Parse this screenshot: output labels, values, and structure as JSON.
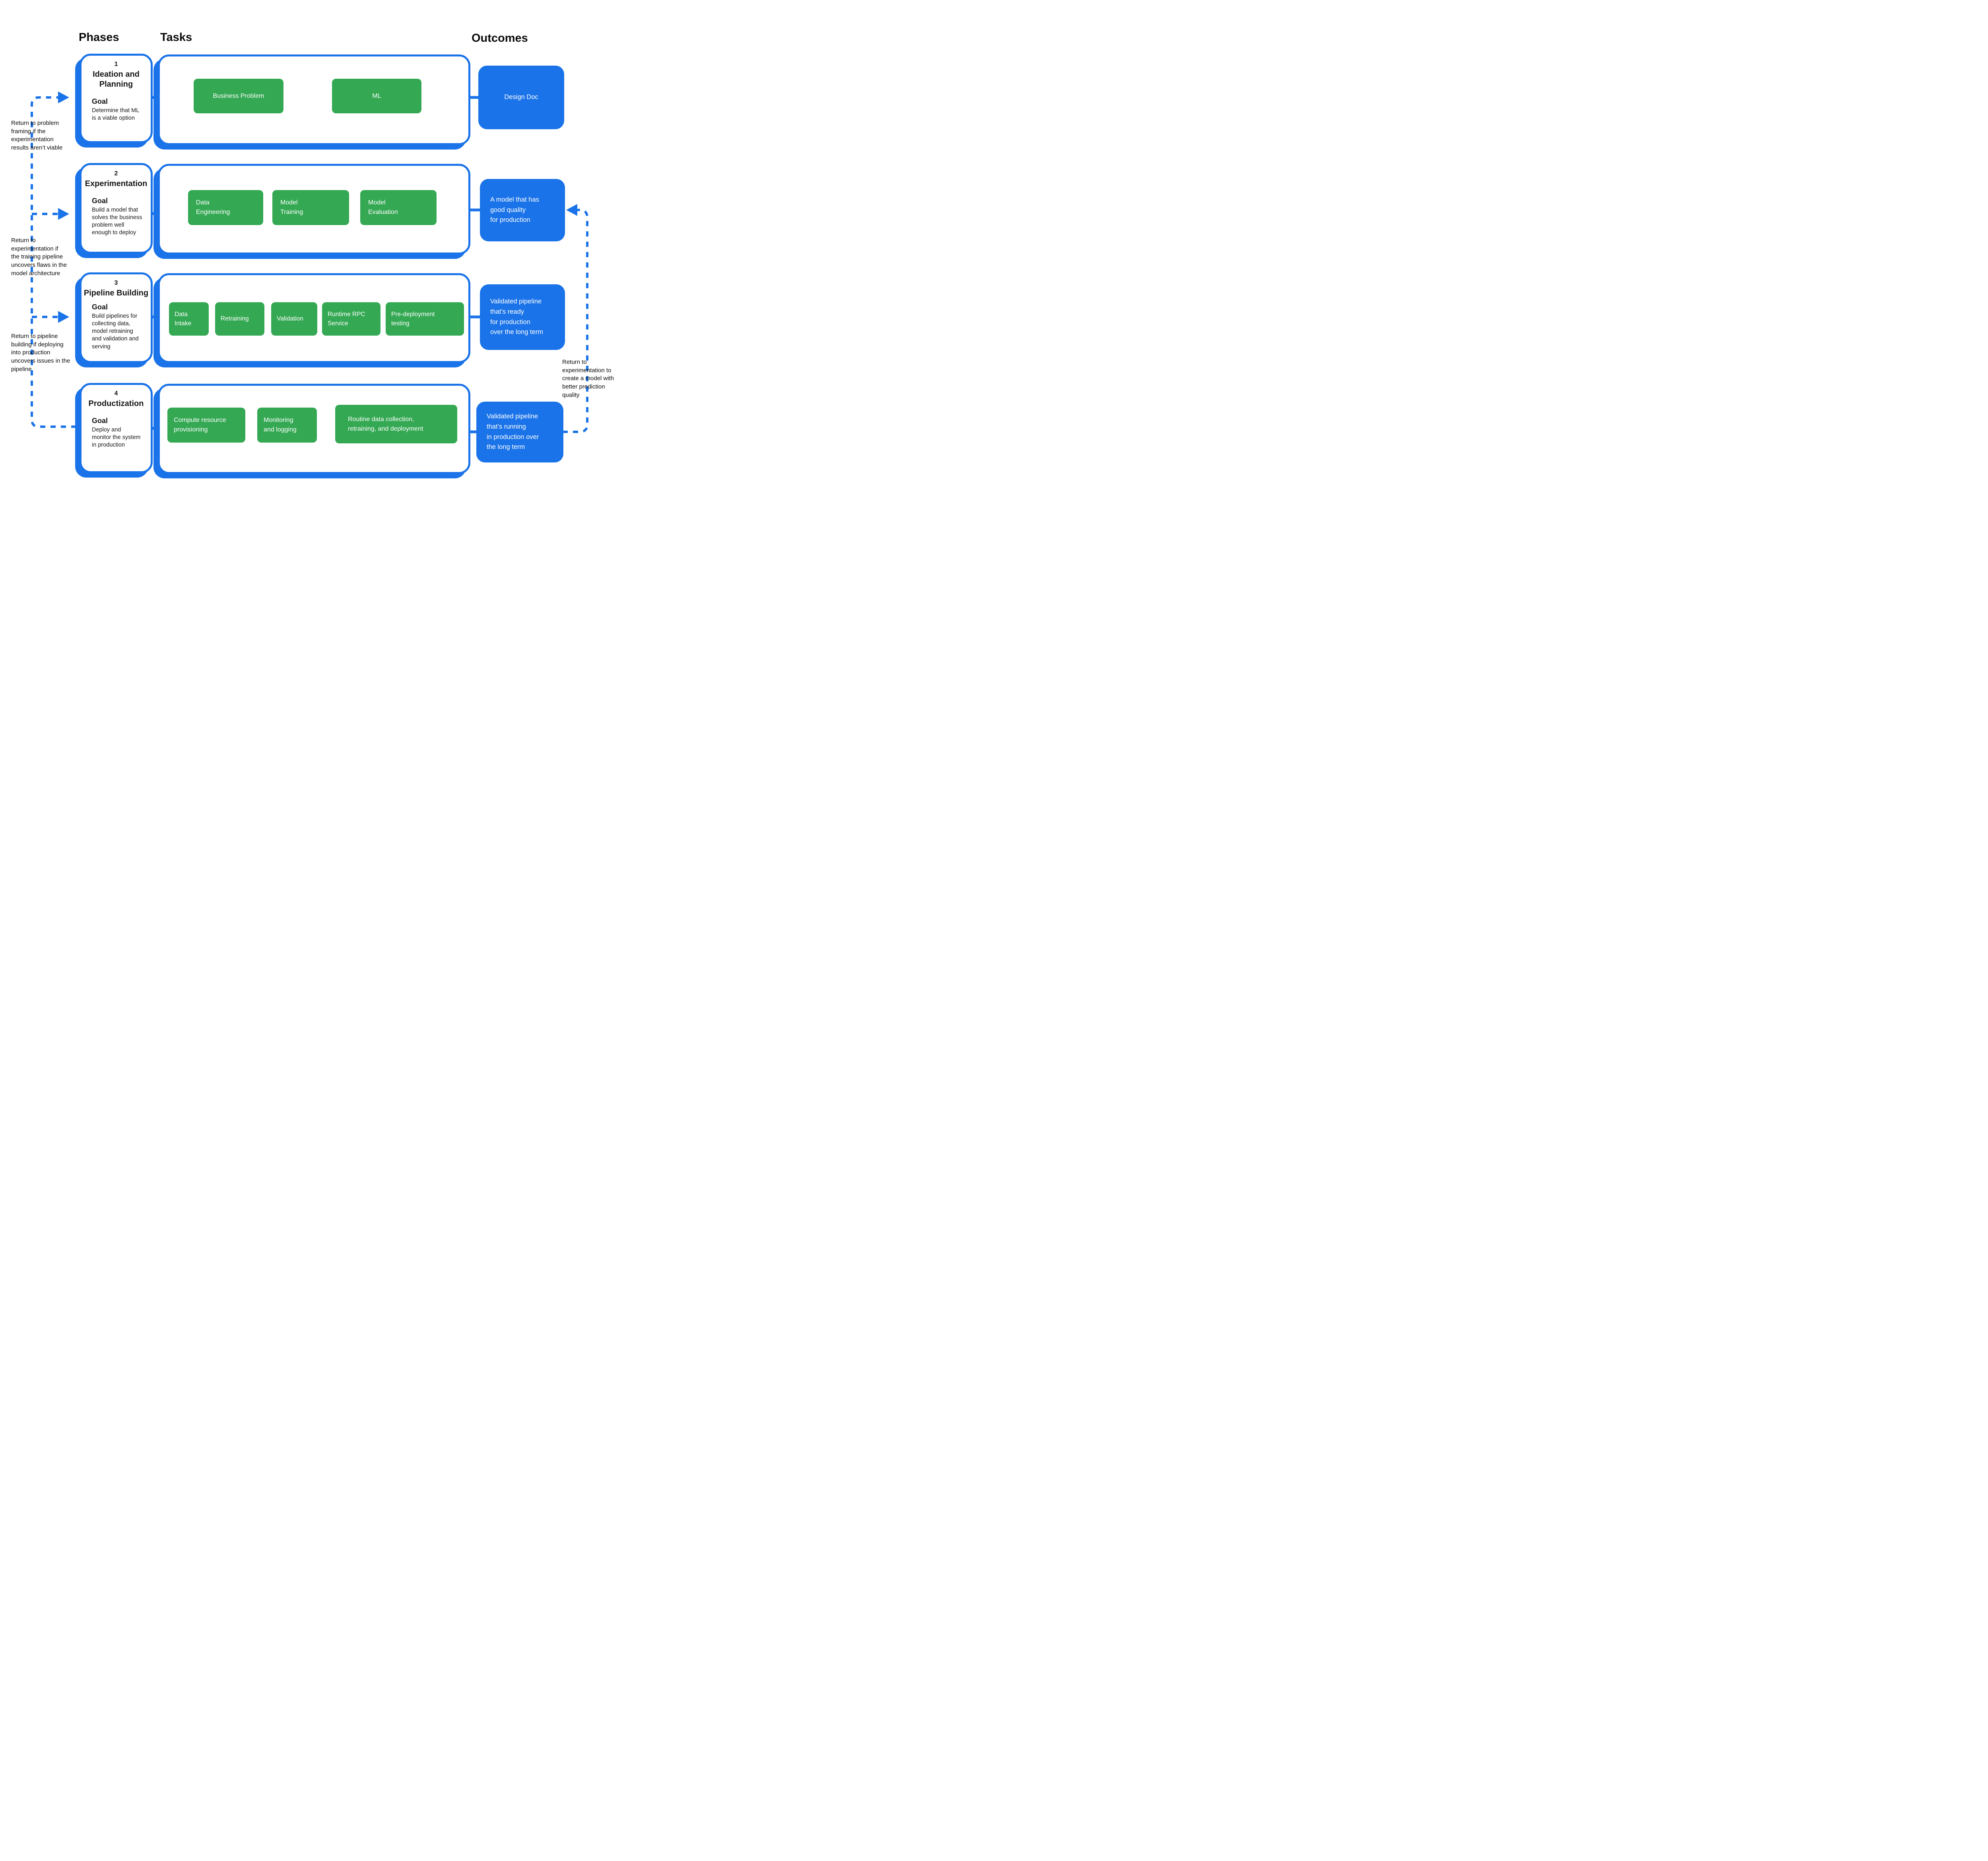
{
  "columns": {
    "phases": "Phases",
    "tasks": "Tasks",
    "outcomes": "Outcomes"
  },
  "phases": [
    {
      "number": "1",
      "title": "Ideation and Planning",
      "goal_label": "Goal",
      "goal_text": "Determine that ML\nis a viable option"
    },
    {
      "number": "2",
      "title": "Experimentation",
      "goal_label": "Goal",
      "goal_text": "Build a model that\nsolves the business\nproblem well\nenough to deploy"
    },
    {
      "number": "3",
      "title": "Pipeline Building",
      "goal_label": "Goal",
      "goal_text": "Build pipelines for\ncollecting data,\nmodel retraining\nand validation and\nserving"
    },
    {
      "number": "4",
      "title": "Productization",
      "goal_label": "Goal",
      "goal_text": "Deploy and\nmonitor the system\nin production"
    }
  ],
  "tasks": {
    "row1": [
      "Business Problem",
      "ML"
    ],
    "row2": [
      "Data\nEngineering",
      "Model\nTraining",
      "Model\nEvaluation"
    ],
    "row3": [
      "Data\nIntake",
      "Retraining",
      "Validation",
      "Runtime RPC\nService",
      "Pre-deployment\ntesting"
    ],
    "row4": [
      "Compute resource\nprovisioning",
      "Monitoring\nand logging",
      "Routine data collection,\nretraining, and deployment"
    ]
  },
  "outcomes": [
    {
      "text": "Design Doc"
    },
    {
      "text": "A model that has\ngood quality\nfor production"
    },
    {
      "text": "Validated pipeline\nthat’s ready\nfor production\nover the long term"
    },
    {
      "text": "Validated pipeline\nthat’s running\nin production over\nthe long term"
    }
  ],
  "annotations": {
    "left_1": "Return to problem\nframing if the\nexperimentation\nresults aren’t viable",
    "left_2": "Return to\nexperimentation if\nthe training pipeline\nuncovers flaws in the\nmodel architecture",
    "left_3": "Return to pipeline\nbuilding if deploying\ninto production\nuncovers issues in the\npipeline",
    "right_1": "Return to\nexperimentation to\ncreate a model with\nbetter prediction\nquality"
  },
  "colors": {
    "accent_blue": "#1a73e8",
    "task_green": "#34a853"
  }
}
